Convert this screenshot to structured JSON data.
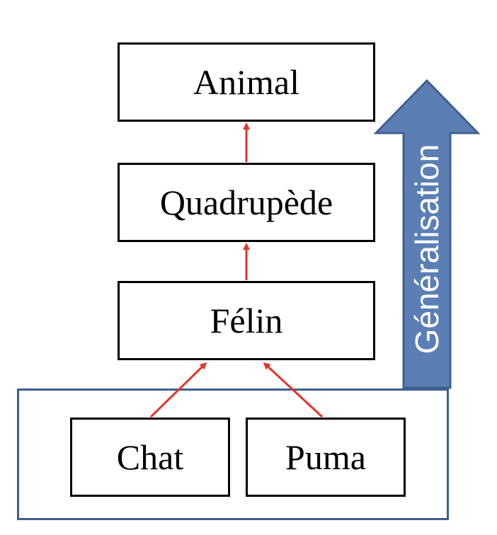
{
  "nodes": {
    "animal": "Animal",
    "quadrupede": "Quadrupède",
    "felin": "Félin",
    "chat": "Chat",
    "puma": "Puma"
  },
  "generalisation_arrow": {
    "label": "Généralisation",
    "fill_color": "#5b7fb5",
    "stroke_color": "#3f5f8f"
  },
  "edges": [
    {
      "from": "quadrupede",
      "to": "animal"
    },
    {
      "from": "felin",
      "to": "quadrupede"
    },
    {
      "from": "chat",
      "to": "felin"
    },
    {
      "from": "puma",
      "to": "felin"
    }
  ],
  "colors": {
    "edge_arrow": "#e8332a",
    "box_border": "#000000",
    "group_frame": "#3f5f8f"
  }
}
